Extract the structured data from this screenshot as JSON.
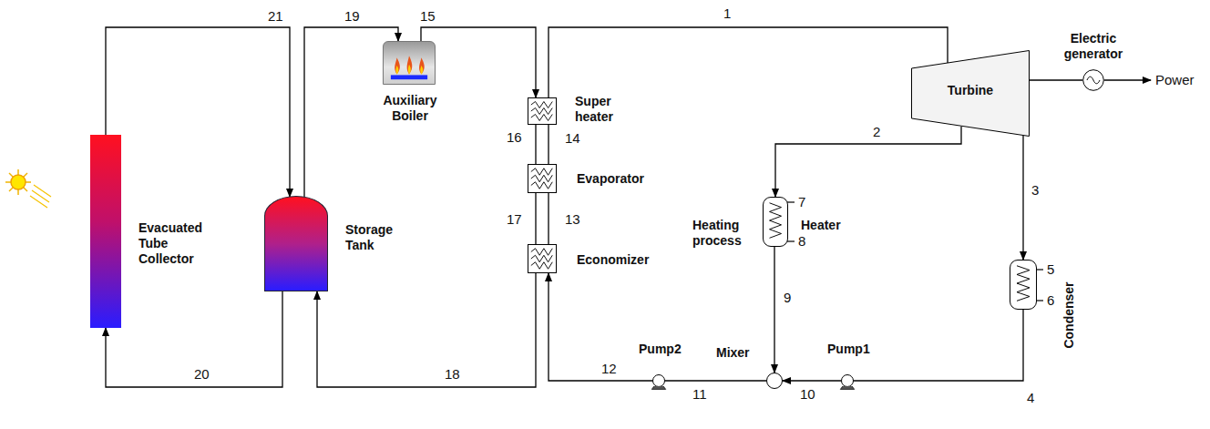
{
  "diagram": {
    "nodes": [
      {
        "text": [
          "Evacuated Tube Collector"
        ]
      },
      {
        "text": [
          "Storage Tank"
        ]
      },
      {
        "text": [
          "Auxiliary Boiler"
        ]
      },
      {
        "text": [
          "Super heater"
        ]
      },
      {
        "text": [
          "Evaporator"
        ]
      },
      {
        "text": [
          "Economizer"
        ]
      },
      {
        "text": [
          "Turbine"
        ]
      },
      {
        "text": [
          "Electric generator"
        ]
      },
      {
        "text": [
          "Heating process",
          "Heater"
        ]
      },
      {
        "text": [
          "Condenser"
        ]
      },
      {
        "text": [
          "Pump2"
        ]
      },
      {
        "text": [
          "Mixer"
        ]
      },
      {
        "text": [
          "Pump1"
        ]
      }
    ],
    "edges": [
      {
        "from": 0,
        "to": 1,
        "arrow": "to"
      },
      {
        "from": 1,
        "to": 0,
        "arrow": "to"
      },
      {
        "from": 1,
        "to": 2,
        "arrow": "to"
      },
      {
        "from": 2,
        "to": 3,
        "arrow": "to"
      },
      {
        "from": 3,
        "to": 6,
        "arrow": "none"
      },
      {
        "from": 3,
        "to": 4,
        "arrow": "none"
      },
      {
        "from": 4,
        "to": 5,
        "arrow": "none"
      },
      {
        "from": 5,
        "to": 1,
        "arrow": "to"
      },
      {
        "from": 10,
        "to": 5,
        "arrow": "to"
      },
      {
        "from": 5,
        "to": 4,
        "arrow": "none"
      },
      {
        "from": 4,
        "to": 3,
        "arrow": "none"
      },
      {
        "from": 6,
        "to": 8,
        "arrow": "to"
      },
      {
        "from": 6,
        "to": 9,
        "arrow": "to"
      },
      {
        "from": 6,
        "to": 7,
        "arrow": "none"
      },
      {
        "from": 9,
        "to": 12,
        "arrow": "none"
      },
      {
        "from": 12,
        "to": 11,
        "arrow": "to"
      },
      {
        "from": 8,
        "to": 11,
        "arrow": "to"
      },
      {
        "from": 11,
        "to": 10,
        "arrow": "none"
      }
    ],
    "labels": [
      "21",
      "19",
      "15",
      "1",
      "Power",
      "16",
      "14",
      "2",
      "17",
      "13",
      "3",
      "5",
      "7",
      "6",
      "8",
      "9",
      "20",
      "18",
      "12",
      "11",
      "10",
      "4"
    ]
  }
}
